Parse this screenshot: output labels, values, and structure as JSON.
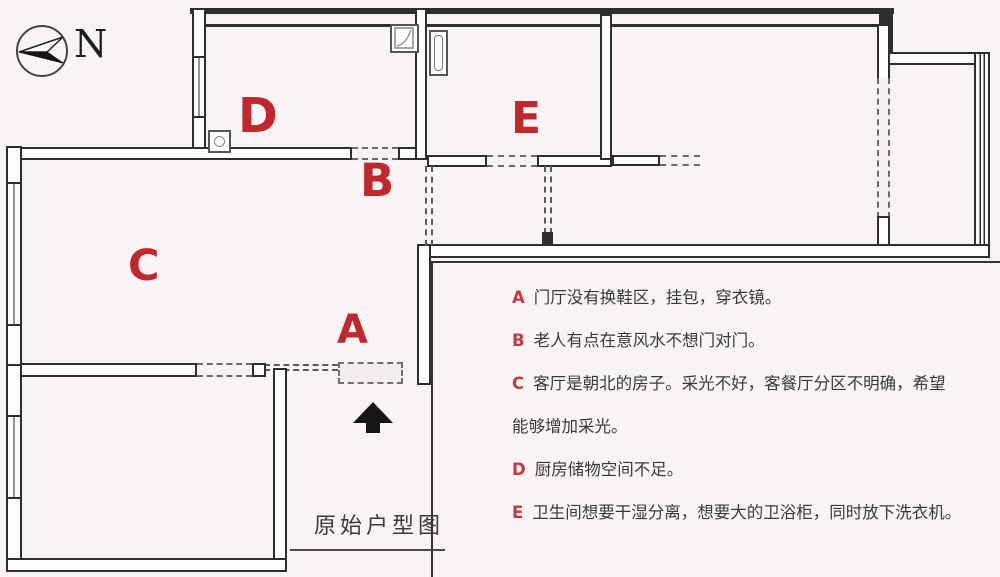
{
  "compass": {
    "label": "N"
  },
  "plan": {
    "title": "原始户型图",
    "room_labels": {
      "A": "A",
      "B": "B",
      "C": "C",
      "D": "D",
      "E": "E"
    }
  },
  "annotations": {
    "items": [
      {
        "letter": "A",
        "text": "门厅没有换鞋区，挂包，穿衣镜。"
      },
      {
        "letter": "B",
        "text": "老人有点在意风水不想门对门。"
      },
      {
        "letter": "C",
        "text": "客厅是朝北的房子。采光不好，客餐厅分区不明确，希望能够增加采光。"
      },
      {
        "letter": "D",
        "text": "厨房储物空间不足。"
      },
      {
        "letter": "E",
        "text": "卫生间想要干湿分离，想要大的卫浴柜，同时放下洗衣机。"
      }
    ]
  },
  "icons": {
    "compass": "compass-rose-pointing-left",
    "entrance_arrow": "solid-up-arrow"
  },
  "colors": {
    "background": "#f8f4f5",
    "wall": "#2e2e2e",
    "accent_red": "#c1282e",
    "text": "#3a3a3a"
  }
}
